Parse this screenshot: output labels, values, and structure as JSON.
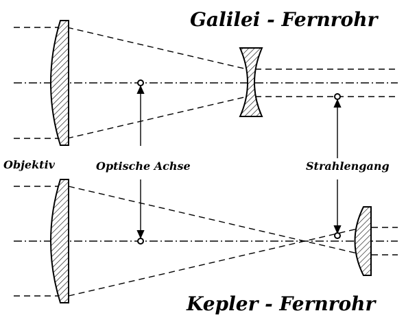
{
  "diagram": {
    "galilei_title": "Galilei - Fernrohr",
    "kepler_title": "Kepler - Fernrohr",
    "label_objective": "Objektiv",
    "label_optical_axis": "Optische Achse",
    "label_beam_path": "Strahlengang"
  }
}
